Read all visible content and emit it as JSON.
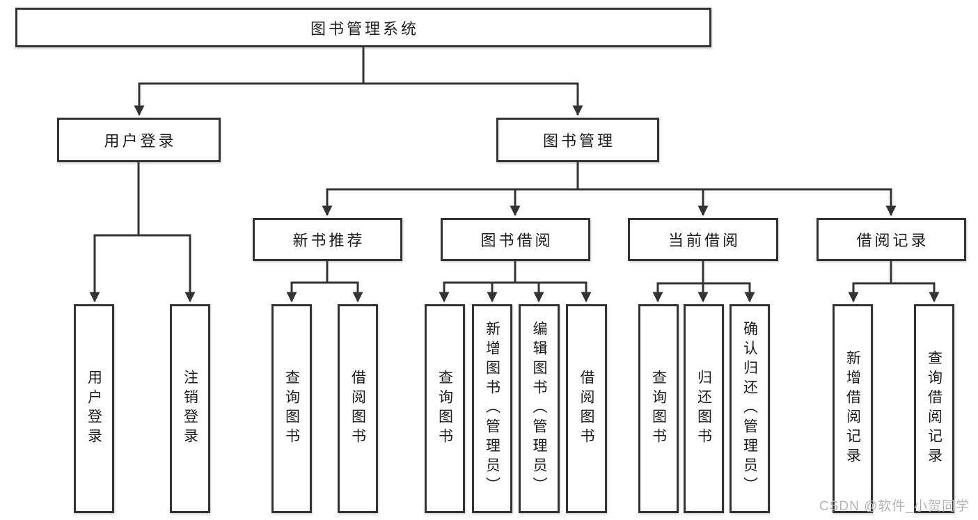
{
  "tree": {
    "root": {
      "label": "图书管理系统"
    },
    "branches": [
      {
        "label": "用户登录",
        "children": [
          "用户登录",
          "注销登录"
        ]
      },
      {
        "label": "图书管理",
        "groups": [
          {
            "label": "新书推荐",
            "children": [
              "查询图书",
              "借阅图书"
            ]
          },
          {
            "label": "图书借阅",
            "children": [
              "查询图书",
              "新增图书（管理员）",
              "编辑图书（管理员）",
              "借阅图书"
            ]
          },
          {
            "label": "当前借阅",
            "children": [
              "查询图书",
              "归还图书",
              "确认归还（管理员）"
            ]
          },
          {
            "label": "借阅记录",
            "children": [
              "新增借阅记录",
              "查询借阅记录"
            ]
          }
        ]
      }
    ]
  },
  "watermark": {
    "text": "CSDN @软件_小贺同学"
  },
  "colors": {
    "line": "#333333",
    "box_border": "#333333",
    "text": "#1c1c1c",
    "background": "#ffffff",
    "watermark": "#b5b5b8"
  }
}
